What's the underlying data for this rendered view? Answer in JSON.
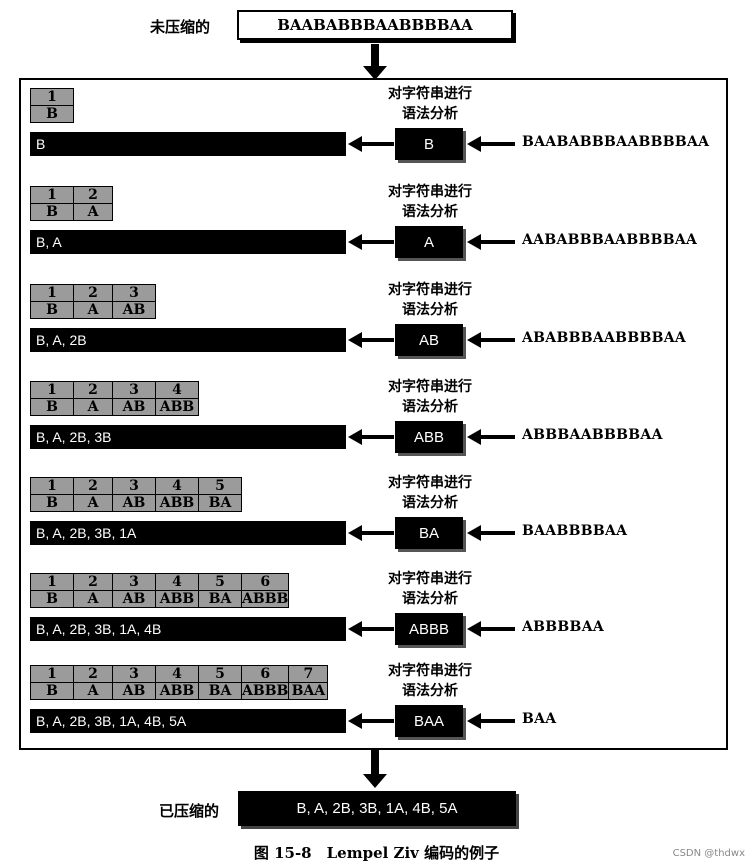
{
  "top": {
    "label": "未压缩的",
    "input": "BAABABBBAABBBBAA"
  },
  "parse_label": "对字符串进行\n语法分析",
  "steps": [
    {
      "dict_index": [
        "1"
      ],
      "dict_entry": [
        "B"
      ],
      "output": "B",
      "token": "B",
      "remaining": "BAABABBBAABBBBAA"
    },
    {
      "dict_index": [
        "1",
        "2"
      ],
      "dict_entry": [
        "B",
        "A"
      ],
      "output": "B, A",
      "token": "A",
      "remaining": "AABABBBAABBBBAA"
    },
    {
      "dict_index": [
        "1",
        "2",
        "3"
      ],
      "dict_entry": [
        "B",
        "A",
        "AB"
      ],
      "output": "B, A, 2B",
      "token": "AB",
      "remaining": "ABABBBAABBBBAA"
    },
    {
      "dict_index": [
        "1",
        "2",
        "3",
        "4"
      ],
      "dict_entry": [
        "B",
        "A",
        "AB",
        "ABB"
      ],
      "output": "B, A, 2B, 3B",
      "token": "ABB",
      "remaining": "ABBBAABBBBAA"
    },
    {
      "dict_index": [
        "1",
        "2",
        "3",
        "4",
        "5"
      ],
      "dict_entry": [
        "B",
        "A",
        "AB",
        "ABB",
        "BA"
      ],
      "output": "B, A, 2B, 3B, 1A",
      "token": "BA",
      "remaining": "BAABBBBAA"
    },
    {
      "dict_index": [
        "1",
        "2",
        "3",
        "4",
        "5",
        "6"
      ],
      "dict_entry": [
        "B",
        "A",
        "AB",
        "ABB",
        "BA",
        "ABBB"
      ],
      "output": "B, A, 2B, 3B, 1A, 4B",
      "token": "ABBB",
      "remaining": "ABBBBAA"
    },
    {
      "dict_index": [
        "1",
        "2",
        "3",
        "4",
        "5",
        "6",
        "7"
      ],
      "dict_entry": [
        "B",
        "A",
        "AB",
        "ABB",
        "BA",
        "ABBB",
        "BAA"
      ],
      "output": "B, A, 2B, 3B, 1A, 4B, 5A",
      "token": "BAA",
      "remaining": "BAA"
    }
  ],
  "bottom": {
    "label": "已压缩的",
    "output": "B, A, 2B, 3B, 1A, 4B, 5A"
  },
  "caption": "图 15-8　Lempel Ziv 编码的例子",
  "watermark": "CSDN @thdwx"
}
